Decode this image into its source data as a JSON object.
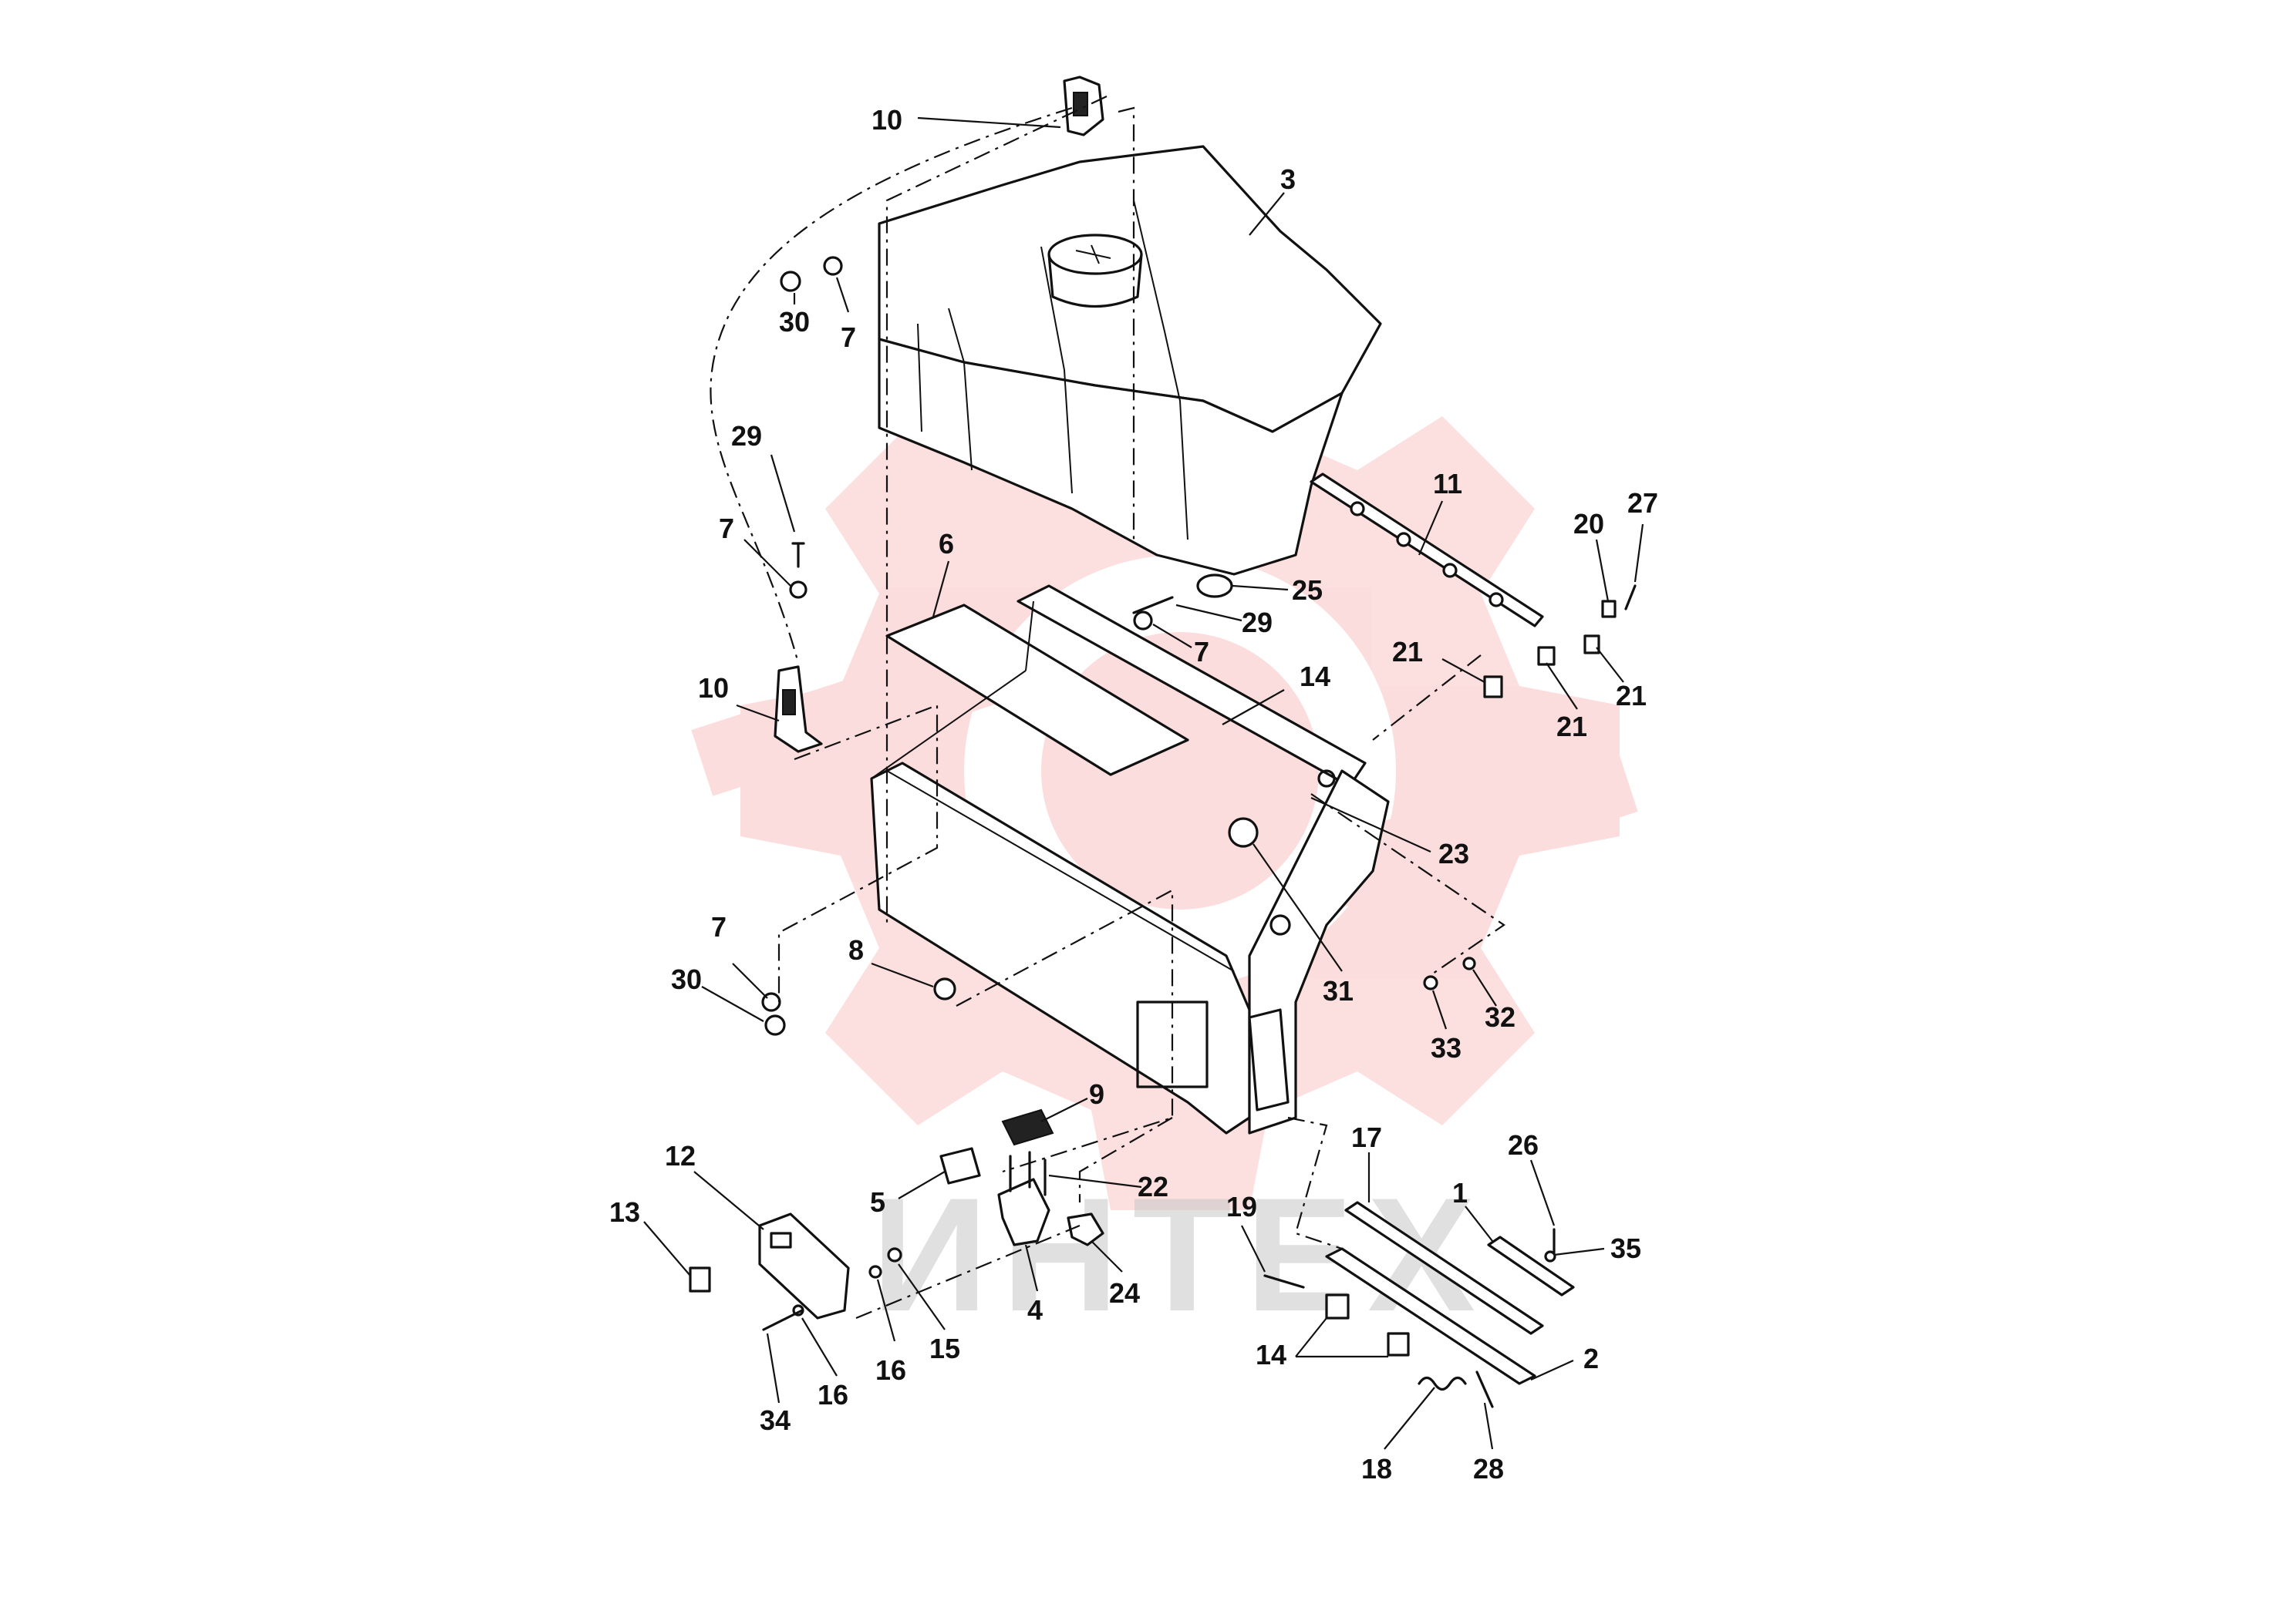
{
  "watermark": {
    "text": "ИНТЕХ",
    "color": "#ef4b4b"
  },
  "callouts": [
    {
      "id": "c10a",
      "label": "10"
    },
    {
      "id": "c3",
      "label": "3"
    },
    {
      "id": "c30a",
      "label": "30"
    },
    {
      "id": "c7a",
      "label": "7"
    },
    {
      "id": "c29a",
      "label": "29"
    },
    {
      "id": "c7b",
      "label": "7"
    },
    {
      "id": "c6",
      "label": "6"
    },
    {
      "id": "c10b",
      "label": "10"
    },
    {
      "id": "c11",
      "label": "11"
    },
    {
      "id": "c20",
      "label": "20"
    },
    {
      "id": "c27",
      "label": "27"
    },
    {
      "id": "c25",
      "label": "25"
    },
    {
      "id": "c29b",
      "label": "29"
    },
    {
      "id": "c7c",
      "label": "7"
    },
    {
      "id": "c21a",
      "label": "21"
    },
    {
      "id": "c21b",
      "label": "21"
    },
    {
      "id": "c21c",
      "label": "21"
    },
    {
      "id": "c14a",
      "label": "14"
    },
    {
      "id": "c23",
      "label": "23"
    },
    {
      "id": "c7d",
      "label": "7"
    },
    {
      "id": "c30b",
      "label": "30"
    },
    {
      "id": "c8",
      "label": "8"
    },
    {
      "id": "c31",
      "label": "31"
    },
    {
      "id": "c32",
      "label": "32"
    },
    {
      "id": "c33",
      "label": "33"
    },
    {
      "id": "c9",
      "label": "9"
    },
    {
      "id": "c12",
      "label": "12"
    },
    {
      "id": "c13",
      "label": "13"
    },
    {
      "id": "c5",
      "label": "5"
    },
    {
      "id": "c22",
      "label": "22"
    },
    {
      "id": "c17",
      "label": "17"
    },
    {
      "id": "c26",
      "label": "26"
    },
    {
      "id": "c1",
      "label": "1"
    },
    {
      "id": "c35",
      "label": "35"
    },
    {
      "id": "c19",
      "label": "19"
    },
    {
      "id": "c4",
      "label": "4"
    },
    {
      "id": "c24",
      "label": "24"
    },
    {
      "id": "c15",
      "label": "15"
    },
    {
      "id": "c16a",
      "label": "16"
    },
    {
      "id": "c16b",
      "label": "16"
    },
    {
      "id": "c34",
      "label": "34"
    },
    {
      "id": "c14b",
      "label": "14"
    },
    {
      "id": "c2",
      "label": "2"
    },
    {
      "id": "c18",
      "label": "18"
    },
    {
      "id": "c28",
      "label": "28"
    }
  ]
}
